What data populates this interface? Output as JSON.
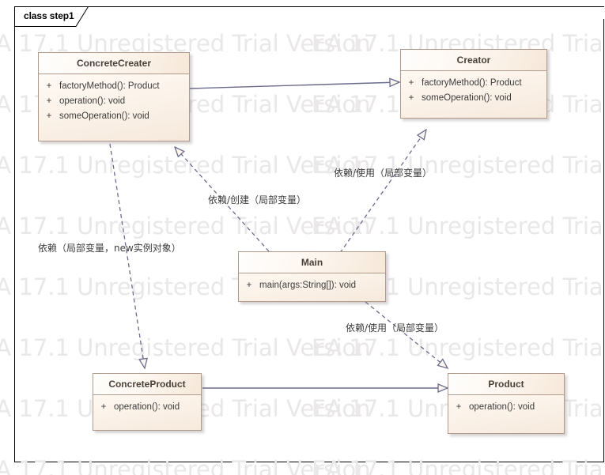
{
  "diagram": {
    "tab_label": "class step1",
    "watermark_text": "EA 17.1 Unregistered Trial Version",
    "accent_border": "#b09a8c",
    "connector_color": "#6b6b8c",
    "header_text_color": "#4a4038"
  },
  "classes": [
    {
      "id": "concrete-creater",
      "name": "ConcreteCreater",
      "members": [
        {
          "visibility": "+",
          "signature": "factoryMethod(): Product"
        },
        {
          "visibility": "+",
          "signature": "operation(): void"
        },
        {
          "visibility": "+",
          "signature": "someOperation(): void"
        }
      ]
    },
    {
      "id": "creator",
      "name": "Creator",
      "members": [
        {
          "visibility": "+",
          "signature": "factoryMethod(): Product"
        },
        {
          "visibility": "+",
          "signature": "someOperation(): void"
        }
      ]
    },
    {
      "id": "main",
      "name": "Main",
      "members": [
        {
          "visibility": "+",
          "signature": "main(args:String[]): void"
        }
      ]
    },
    {
      "id": "concrete-product",
      "name": "ConcreteProduct",
      "members": [
        {
          "visibility": "+",
          "signature": "operation(): void"
        }
      ]
    },
    {
      "id": "product",
      "name": "Product",
      "members": [
        {
          "visibility": "+",
          "signature": "operation(): void"
        }
      ]
    }
  ],
  "edge_labels": {
    "dependency_create_local": "依赖/创建（局部变量）",
    "dependency_use_local_upper": "依赖/使用（局部变量）",
    "dependency_new_instance": "依赖（局部变量，new实例对象）",
    "dependency_use_local_lower": "依赖/使用（局部变量）"
  },
  "relationships": [
    {
      "from": "ConcreteCreater",
      "to": "Creator",
      "type": "generalization"
    },
    {
      "from": "ConcreteProduct",
      "to": "Product",
      "type": "generalization"
    },
    {
      "from": "Main",
      "to": "Creator",
      "type": "dependency"
    },
    {
      "from": "Main",
      "to": "ConcreteCreater",
      "type": "dependency"
    },
    {
      "from": "Main",
      "to": "Product",
      "type": "dependency"
    },
    {
      "from": "ConcreteCreater",
      "to": "ConcreteProduct",
      "type": "dependency"
    }
  ]
}
